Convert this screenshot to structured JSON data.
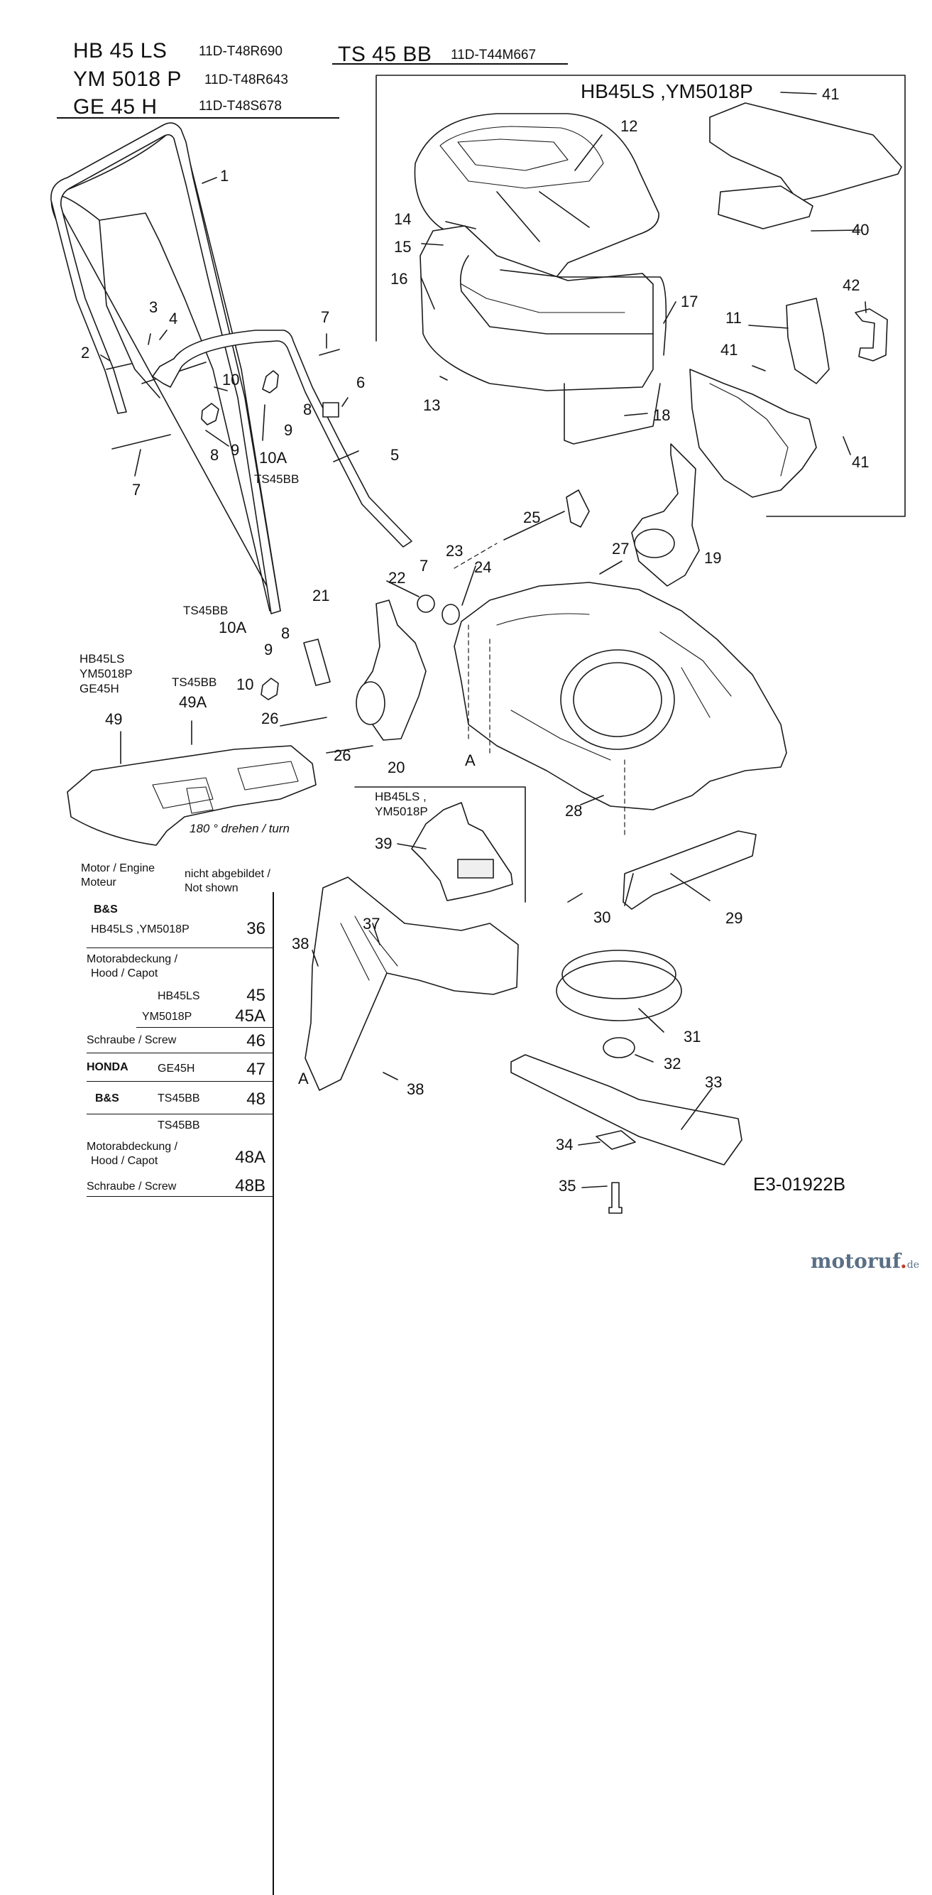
{
  "header": {
    "models": [
      {
        "name": "HB 45 LS",
        "code": "11D-T48R690"
      },
      {
        "name": "YM 5018 P",
        "code": "11D-T48R643"
      },
      {
        "name": "GE 45 H",
        "code": "11D-T48S678"
      },
      {
        "name": "TS 45 BB",
        "code": "11D-T44M667"
      }
    ]
  },
  "grass_catcher_box": {
    "title": "HB45LS ,YM5018P"
  },
  "callouts": {
    "c1": "1",
    "c2": "2",
    "c3": "3",
    "c4": "4",
    "c5": "5",
    "c6": "6",
    "c7a": "7",
    "c7b": "7",
    "c7c": "7",
    "c8a": "8",
    "c8b": "8",
    "c8c": "8",
    "c9a": "9",
    "c9b": "9",
    "c9c": "9",
    "c10a": "10",
    "c10b": "10",
    "c10A_a": "10A",
    "c10A_b": "10A",
    "c11": "11",
    "c12": "12",
    "c13": "13",
    "c14": "14",
    "c15": "15",
    "c16": "16",
    "c17": "17",
    "c18": "18",
    "c19": "19",
    "c20": "20",
    "c21": "21",
    "c22": "22",
    "c23": "23",
    "c24": "24",
    "c25": "25",
    "c26a": "26",
    "c26b": "26",
    "c27": "27",
    "c28": "28",
    "c29": "29",
    "c30": "30",
    "c31": "31",
    "c32": "32",
    "c33": "33",
    "c34": "34",
    "c35": "35",
    "c37": "37",
    "c38a": "38",
    "c38b": "38",
    "c39": "39",
    "c40": "40",
    "c41a": "41",
    "c41b": "41",
    "c41c": "41",
    "c42": "42",
    "c49": "49",
    "c49A": "49A",
    "A1": "A",
    "A2": "A"
  },
  "notes": {
    "ts45bb_1": "TS45BB",
    "ts45bb_2": "TS45BB",
    "ts45bb_3": "TS45BB",
    "models_block": [
      "HB45LS",
      "YM5018P",
      "GE45H"
    ],
    "rotate": "180 ° drehen / turn",
    "deflector_models": [
      "HB45LS ,",
      "YM5018P"
    ],
    "drawing_id": "E3-01922B"
  },
  "legend": {
    "head_left": [
      "Motor / Engine",
      "Moteur"
    ],
    "head_right": [
      "nicht abgebildet /",
      "Not shown"
    ],
    "rows": [
      {
        "a": "B&S",
        "b": "HB45LS ,YM5018P",
        "num": "36"
      },
      {
        "a": "Motorabdeckung /",
        "b": "Hood / Capot",
        "c": "HB45LS",
        "num": "45"
      },
      {
        "c": "YM5018P",
        "num": "45A"
      },
      {
        "a": "Schraube / Screw",
        "num": "46"
      },
      {
        "a": "HONDA",
        "c": "GE45H",
        "num": "47"
      },
      {
        "a": "B&S",
        "c": "TS45BB",
        "num": "48"
      },
      {
        "c": "TS45BB"
      },
      {
        "a": "Motorabdeckung /",
        "b": "Hood / Capot",
        "num": "48A"
      },
      {
        "a": "Schraube / Screw",
        "num": "48B"
      }
    ]
  },
  "brand": {
    "name": "motoruf",
    "tld": "de"
  }
}
